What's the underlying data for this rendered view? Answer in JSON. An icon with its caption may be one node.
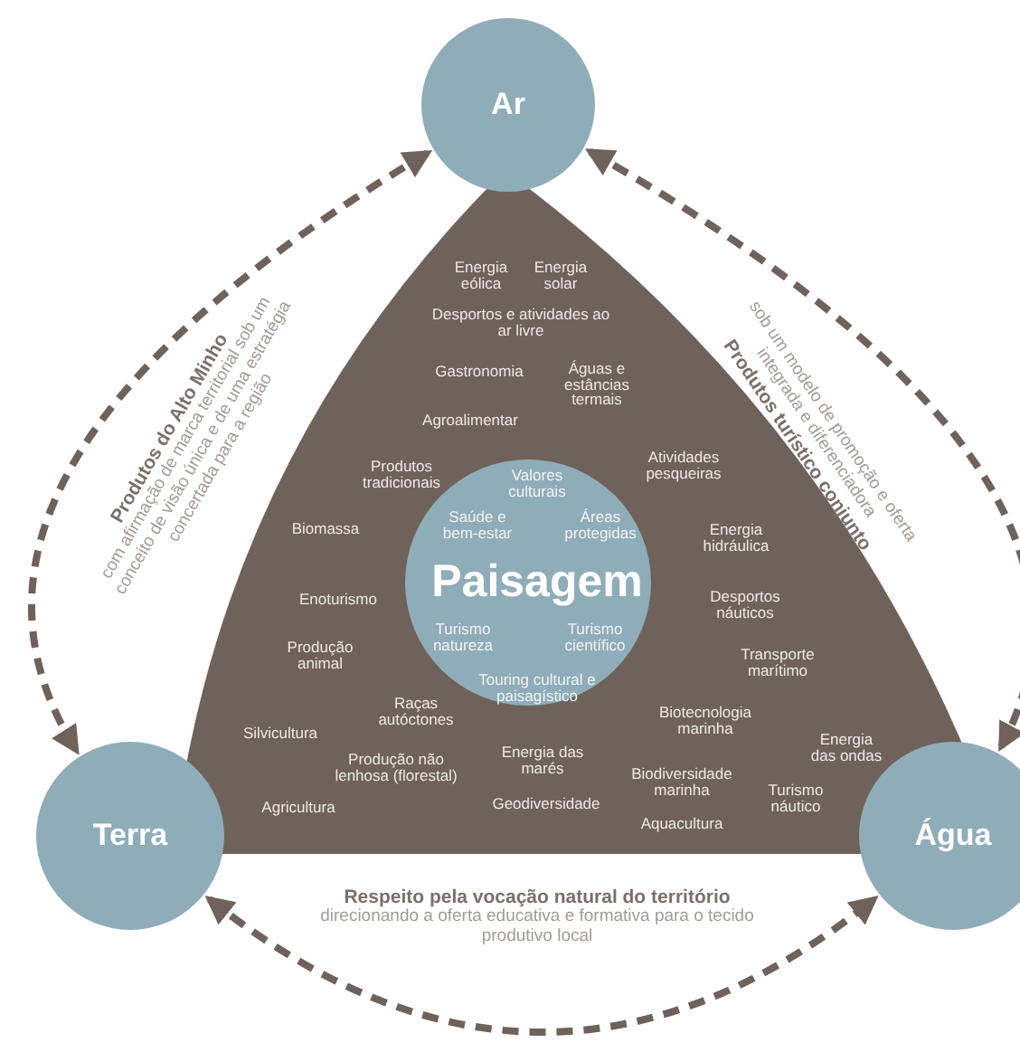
{
  "diagram": {
    "nodes": [
      {
        "text": [
          "Ar"
        ]
      },
      {
        "text": [
          "Terra"
        ]
      },
      {
        "text": [
          "Água"
        ]
      },
      {
        "text": [
          "Energia eólica",
          "Energia solar",
          "Desportos e atividades ao ar livre",
          "Gastronomia",
          "Águas e estâncias termais",
          "Agroalimentar",
          "Produtos tradicionais",
          "Atividades pesqueiras",
          "Biomassa",
          "Energia hidráulica",
          "Enoturismo",
          "Desportos náuticos",
          "Produção animal",
          "Transporte marítimo",
          "Raças autóctones",
          "Silvicultura",
          "Biotecnologia marinha",
          "Energia das ondas",
          "Produção não lenhosa (florestal)",
          "Energia das marés",
          "Biodiversidade marinha",
          "Agricultura",
          "Geodiversidade",
          "Turismo náutico",
          "Aquacultura"
        ]
      },
      {
        "text": [
          "Valores culturais",
          "Saúde e bem-estar",
          "Áreas protegidas",
          "Paisagem",
          "Turismo natureza",
          "Turismo científico",
          "Touring cultural e paisagístico"
        ],
        "in": 3
      }
    ],
    "edges": [
      {
        "from": 0,
        "to": 1,
        "arrow": "both",
        "style": "dashed"
      },
      {
        "from": 0,
        "to": 2,
        "arrow": "both",
        "style": "dashed"
      },
      {
        "from": 1,
        "to": 2,
        "arrow": "both",
        "style": "dashed"
      }
    ],
    "labels": [
      "Produtos do Alto Minho",
      "com afirmação de marca territorial sob um conceito de visão única e de uma estratégia concertada para a região",
      "Produtos turístico conjunto",
      "sob um modelo de promoção e oferta integrada e diferenciadora",
      "Respeito pela vocação natural do território",
      "direcionando a oferta educativa e formativa para o tecido produtivo local"
    ]
  }
}
